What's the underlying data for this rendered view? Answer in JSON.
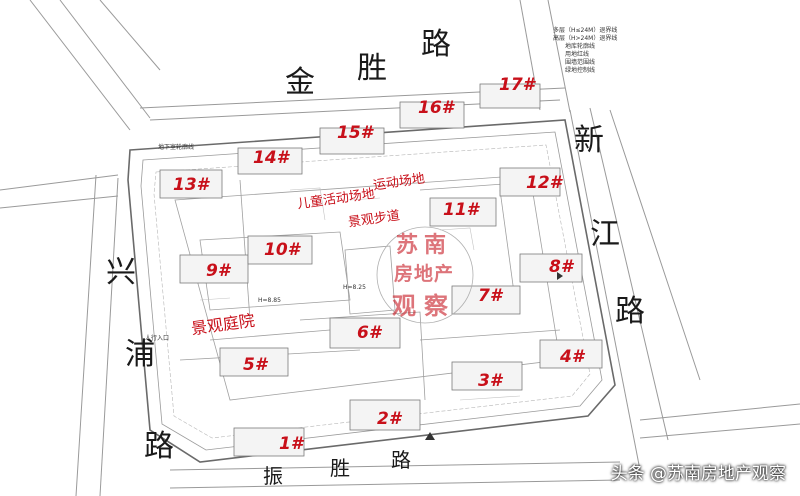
{
  "roads": {
    "north": [
      "金",
      "胜",
      "路"
    ],
    "south": [
      "振",
      "胜",
      "路"
    ],
    "west": [
      "兴",
      "浦",
      "路"
    ],
    "east": [
      "新",
      "江",
      "路"
    ]
  },
  "buildings": [
    "1#",
    "2#",
    "3#",
    "4#",
    "5#",
    "6#",
    "7#",
    "8#",
    "9#",
    "10#",
    "11#",
    "12#",
    "13#",
    "14#",
    "15#",
    "16#",
    "17#"
  ],
  "areas": {
    "children": "儿童活动场地",
    "sports": "运动场地",
    "landscape_path": "景观步道",
    "courtyard": "景观庭院"
  },
  "legend": [
    "多层（H≤24M）退界线",
    "高层（H>24M）退界线",
    "地库轮廓线",
    "用地红线",
    "围墙范围线",
    "绿地控制线"
  ],
  "annotations": {
    "basement_line": "地下室轮廓线",
    "entrance": "人行入口",
    "height_a": "H=8.25",
    "height_b": "H=8.85"
  },
  "watermark": [
    "苏南",
    "房地产",
    "观察"
  ],
  "credit": "头条 @苏南房地产观察",
  "colors": {
    "label_red": "#c8101a",
    "line_gray": "#8c8c8c",
    "road_black": "#1a1a1a"
  }
}
